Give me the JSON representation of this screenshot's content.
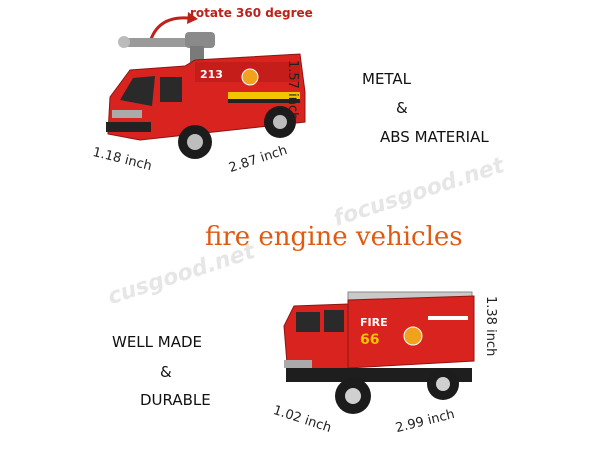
{
  "annotation": "rotate 360 degree",
  "title": "fire engine vehicles",
  "watermarks": [
    "focusgood.net",
    "cusgood.net"
  ],
  "top_truck": {
    "number": "213",
    "dims": {
      "height": "1.57 inch",
      "width": "1.18 inch",
      "length": "2.87 inch"
    },
    "features": [
      "METAL",
      "&",
      "ABS MATERIAL"
    ]
  },
  "bottom_truck": {
    "label": "FIRE",
    "number": "66",
    "dims": {
      "height": "1.38 inch",
      "width": "1.02 inch",
      "length": "2.99 inch"
    },
    "features": [
      "WELL MADE",
      "&",
      "DURABLE"
    ]
  },
  "colors": {
    "truck_red": "#d8231f",
    "title_orange": "#e05a12",
    "annotation_red": "#c0201a"
  }
}
